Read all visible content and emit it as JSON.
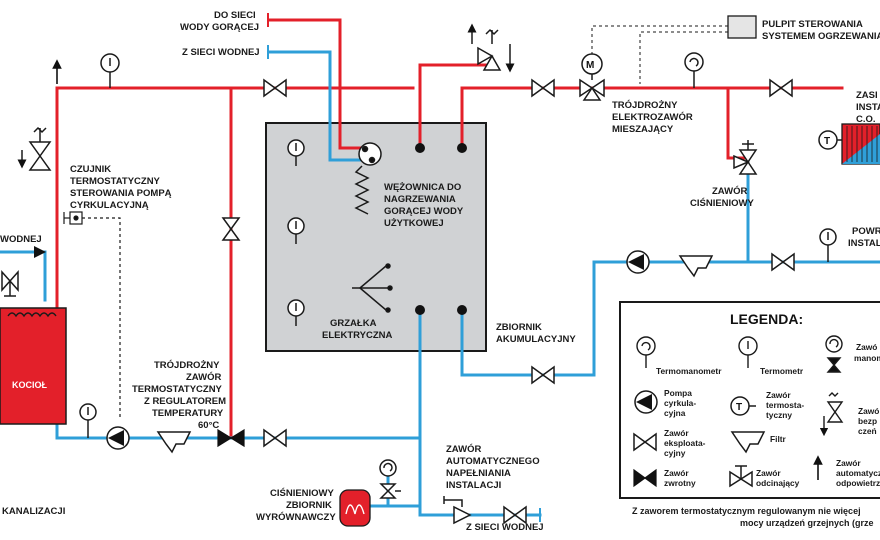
{
  "labels": {
    "do_sieci_line1": "DO SIECI",
    "do_sieci_line2": "WODY GORĄCEJ",
    "z_sieci_top": "Z SIECI WODNEJ",
    "pulpit_line1": "PULPIT STEROWANIA",
    "pulpit_line2": "SYSTEMEM OGRZEWANIA",
    "zasil_line1": "ZASI",
    "zasil_line2": "INSTA",
    "zasil_line3": "C.O.",
    "trojdrozny_line1": "TRÓJDROŻNY",
    "trojdrozny_line2": "ELEKTROZAWÓR",
    "trojdrozny_line3": "MIESZAJĄCY",
    "zawor_cisn_line1": "ZAWÓR",
    "zawor_cisn_line2": "CIŚNIENIOWY",
    "powr_line1": "POWR",
    "powr_line2": "INSTAL",
    "czujnik_line1": "CZUJNIK",
    "czujnik_line2": "TERMOSTATYCZNY",
    "czujnik_line3": "STEROWANIA POMPĄ",
    "czujnik_line4": "CYRKULACYJNĄ",
    "wodnej": "WODNEJ",
    "kociol": "KOCIOŁ",
    "wezownica_line1": "WĘŻOWNICA DO",
    "wezownica_line2": "NAGRZEWANIA",
    "wezownica_line3": "GORĄCEJ WODY",
    "wezownica_line4": "UŻYTKOWEJ",
    "grzalka_line1": "GRZAŁKA",
    "grzalka_line2": "ELEKTRYCZNA",
    "zbiornik_line1": "ZBIORNIK",
    "zbiornik_line2": "AKUMULACYJNY",
    "trzawor_line1": "TRÓJDROŻNY",
    "trzawor_line2": "ZAWÓR",
    "trzawor_line3": "TERMOSTATYCZNY",
    "trzawor_line4": "Z REGULATOREM",
    "trzawor_line5": "TEMPERATURY",
    "trzawor_line6": "60°C",
    "zawaut_line1": "ZAWÓR",
    "zawaut_line2": "AUTOMATYCZNEGO",
    "zawaut_line3": "NAPEŁNIANIA",
    "zawaut_line4": "INSTALACJI",
    "cisnzb_line1": "CIŚNIENIOWY",
    "cisnzb_line2": "ZBIORNIK",
    "cisnzb_line3": "WYRÓWNAWCZY",
    "z_sieci_bottom": "Z SIECI WODNEJ",
    "kanalizacji": "KANALIZACJI"
  },
  "legend": {
    "title": "LEGENDA:",
    "termomanometr": "Termomanometr",
    "termometr": "Termometr",
    "manometr_line1": "Zawó",
    "manometr_line2": "manom",
    "pompa_line1": "Pompa",
    "pompa_line2": "cyrkula-",
    "pompa_line3": "cyjna",
    "zawterm_line1": "Zawór",
    "zawterm_line2": "termosta-",
    "zawterm_line3": "tyczny",
    "zawbezp_line1": "Zawó",
    "zawbezp_line2": "bezp",
    "zawbezp_line3": "czeń",
    "eksp_line1": "Zawór",
    "eksp_line2": "eksploata-",
    "eksp_line3": "cyjny",
    "filtr": "Filtr",
    "zwrotny_line1": "Zawór",
    "zwrotny_line2": "zwrotny",
    "odcin_line1": "Zawór",
    "odcin_line2": "odcinający",
    "odpow_line1": "Zawór",
    "odpow_line2": "automatycz",
    "odpow_line3": "odpowietrz",
    "note_line1": "Z zaworem termostatycznym regulowanym nie więcej",
    "note_line2": "mocy urządzeń grzejnych (grze"
  },
  "colors": {
    "hot_pipe": "#e3202a",
    "cold_pipe": "#2f9fd8",
    "tank_fill": "#d0d2d4",
    "boiler_fill": "#e3202a",
    "legend_border": "#1a1a1a"
  }
}
